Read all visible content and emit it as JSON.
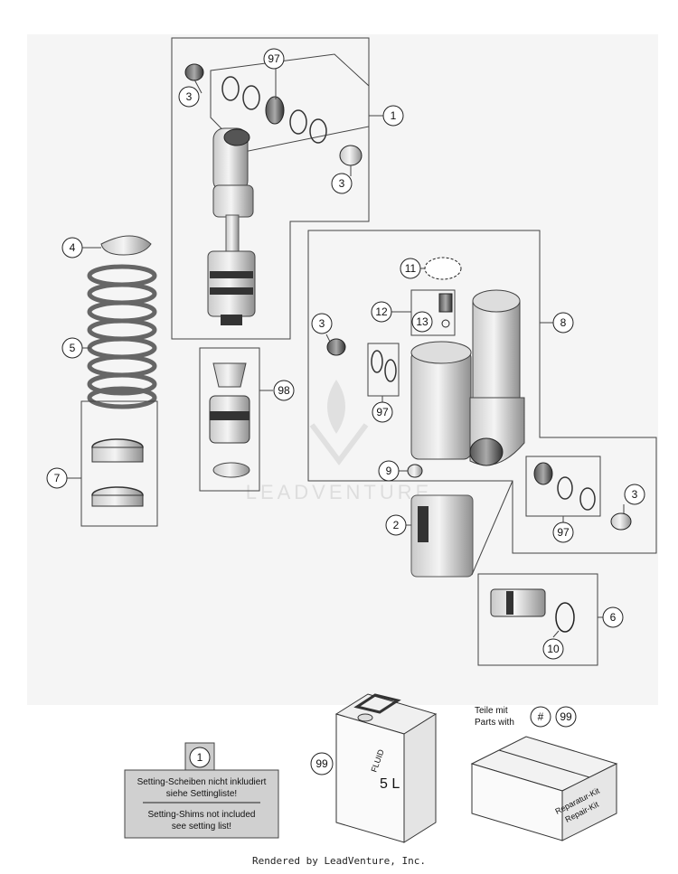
{
  "callouts": {
    "c1": "1",
    "c2": "2",
    "c3a": "3",
    "c3b": "3",
    "c3c": "3",
    "c3d": "3",
    "c4": "4",
    "c5": "5",
    "c6": "6",
    "c7": "7",
    "c8": "8",
    "c9": "9",
    "c10": "10",
    "c11": "11",
    "c12": "12",
    "c13": "13",
    "c97a": "97",
    "c97b": "97",
    "c97c": "97",
    "c98": "98",
    "c99": "99",
    "kit_hash": "#",
    "kit_99": "99",
    "note_1": "1"
  },
  "watermark": "LEADVENTURE",
  "note": {
    "line1": "Setting-Scheiben nicht inkludiert",
    "line2": "siehe Settingliste!",
    "line3": "Setting-Shims not included",
    "line4": "see setting list!"
  },
  "fluid_can": {
    "label1": "FLUID",
    "label2": "5 L"
  },
  "parts_kit": {
    "teile": "Teile mit",
    "parts": "Parts with",
    "box_label1": "Reparatur-Kit",
    "box_label2": "Repair-Kit"
  },
  "footer": "Rendered by LeadVenture, Inc."
}
